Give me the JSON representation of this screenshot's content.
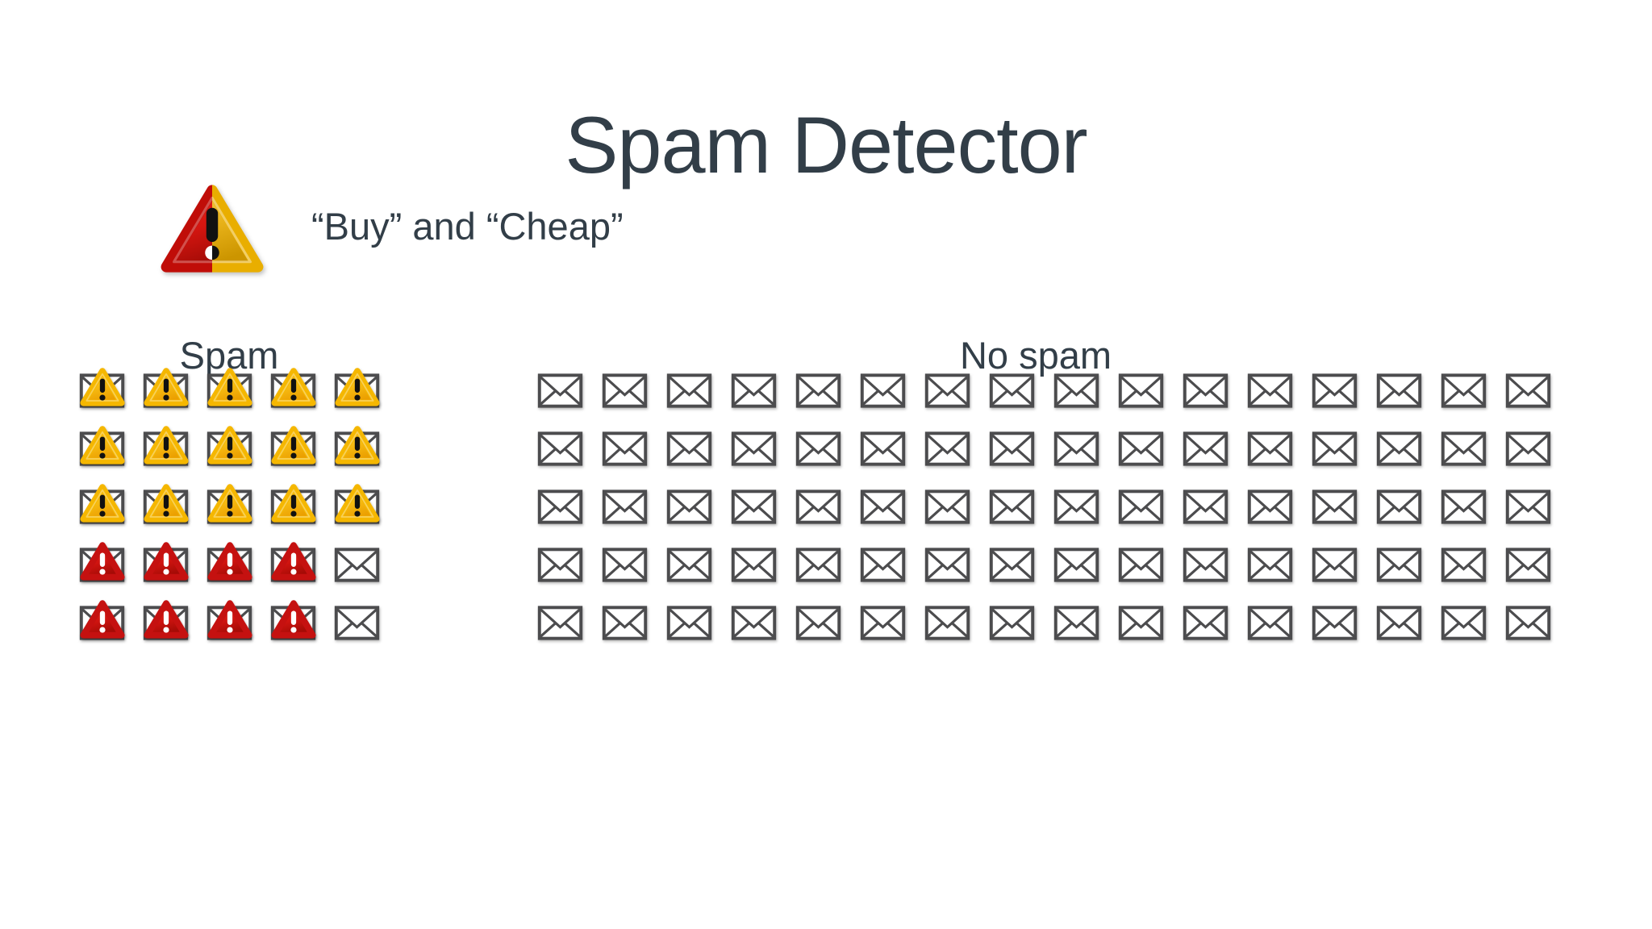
{
  "title": "Spam Detector",
  "rule": {
    "icon": "warning-red-yellow",
    "label": "“Buy” and “Cheap”"
  },
  "groups": {
    "spam": {
      "label": "Spam",
      "rows": [
        [
          "warn-yellow",
          "warn-yellow",
          "warn-yellow",
          "warn-yellow",
          "warn-yellow"
        ],
        [
          "warn-yellow",
          "warn-yellow",
          "warn-yellow",
          "warn-yellow",
          "warn-yellow"
        ],
        [
          "warn-yellow",
          "warn-yellow",
          "warn-yellow",
          "warn-yellow",
          "warn-yellow"
        ],
        [
          "warn-red",
          "warn-red",
          "warn-red",
          "warn-red",
          "plain"
        ],
        [
          "warn-red",
          "warn-red",
          "warn-red",
          "warn-red",
          "plain"
        ]
      ],
      "counts": {
        "flagged_yellow": 15,
        "flagged_red": 8,
        "plain": 2,
        "total_emails": 25
      }
    },
    "no_spam": {
      "label": "No spam",
      "grid": {
        "rows": 5,
        "cols": 16,
        "icon": "plain"
      },
      "counts": {
        "plain": 80,
        "total_emails": 80
      }
    }
  },
  "icons": {
    "plain": "envelope-icon",
    "warn-yellow": "envelope-with-yellow-warning-icon",
    "warn-red": "envelope-with-red-warning-icon",
    "rule": "half-red-half-yellow-warning-triangle-icon"
  },
  "colors": {
    "background": "#ffffff",
    "text": "#323e48",
    "envelope_stroke": "#4c4c4e",
    "warning_yellow": "#f5b700",
    "warning_yellow_light": "#ffd84f",
    "warning_yellow_dark": "#eb9f00",
    "warning_red": "#d01410",
    "warning_red_dark": "#a50b06",
    "exclamation_black": "#111111",
    "exclamation_white": "#ffffff"
  }
}
